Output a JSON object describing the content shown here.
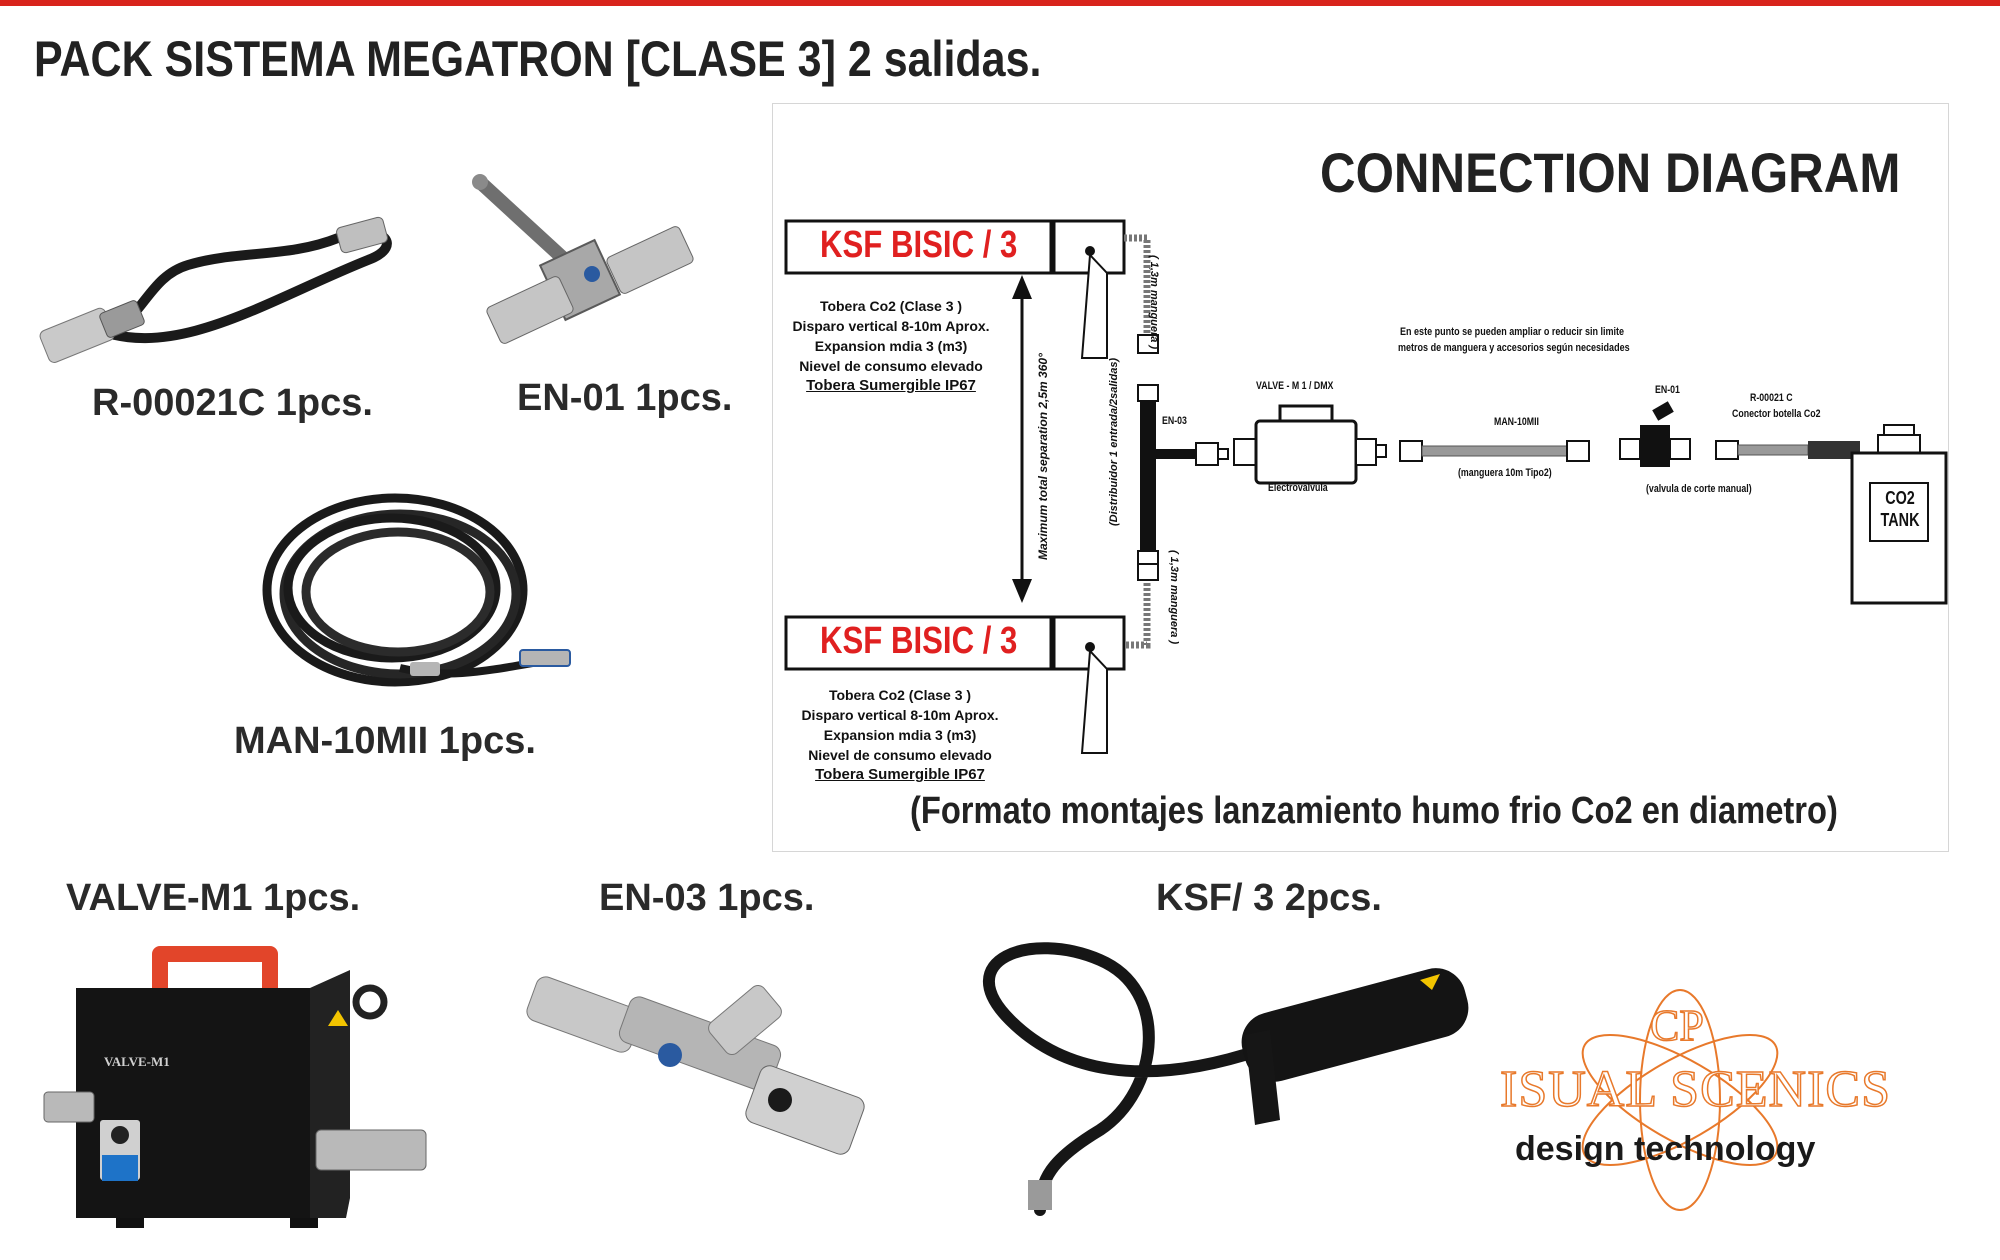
{
  "header": {
    "title": "PACK SISTEMA MEGATRON [CLASE 3]  2 salidas."
  },
  "products": {
    "r00021c": "R-00021C  1pcs.",
    "en01": "EN-01  1pcs.",
    "man10mii": "MAN-10MII  1pcs.",
    "valvem1": "VALVE-M1  1pcs.",
    "en03": "EN-03  1pcs.",
    "ksf3": "KSF/ 3   2pcs.",
    "valve_panel_text": "VALVE-M1"
  },
  "diagram": {
    "title": "CONNECTION DIAGRAM",
    "caption": "(Formato montajes lanzamiento humo frio Co2 en diametro)",
    "ksf_label_top": "KSF BISIC / 3",
    "ksf_label_bottom": "KSF BISIC / 3",
    "spec_top": {
      "line1": "Tobera Co2 (Clase 3 )",
      "line2": "Disparo vertical 8-10m Aprox.",
      "line3": "Expansion mdia 3 (m3)",
      "line4": "Nievel de consumo elevado",
      "line5": "Tobera Sumergible IP67"
    },
    "spec_bottom": {
      "line1": "Tobera Co2 (Clase 3 )",
      "line2": "Disparo vertical 8-10m Aprox.",
      "line3": "Expansion mdia 3 (m3)",
      "line4": "Nievel de consumo elevado",
      "line5": "Tobera Sumergible IP67"
    },
    "separation": "Maximum total separation 2,5m 360°",
    "hose_top": "( 1,3m manguera )",
    "hose_bottom": "( 1,3m manguera )",
    "distributor": "(Distribuidor 1 entrada/2salidas)",
    "en03": "EN-03",
    "valve_name": "VALVE - M 1 / DMX",
    "valve_sub": "Electrovalvula",
    "note_line1": "En este punto se pueden ampliar o reducir sin limite",
    "note_line2": "metros de manguera y accesorios según necesidades",
    "man_name": "MAN-10MII",
    "man_sub": "(manguera 10m Tipo2)",
    "en01_name": "EN-01",
    "en01_sub": "(valvula de corte manual)",
    "r_name": "R-00021 C",
    "r_sub": "Conector botella Co2",
    "tank_line1": "CO2",
    "tank_line2": "TANK"
  },
  "logo": {
    "cp": "CP",
    "name": "ISUAL SCENICS",
    "tagline": "design technology"
  },
  "colors": {
    "accent": "#d8231c",
    "ksf_red": "#e02020",
    "logo_orange": "#e8792b"
  }
}
